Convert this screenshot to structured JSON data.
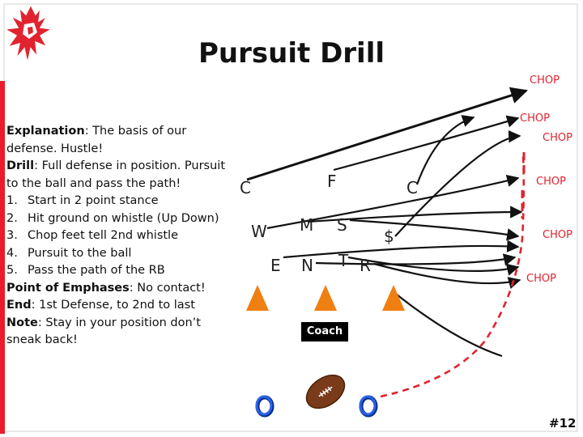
{
  "title": "Pursuit Drill",
  "explanation": {
    "line1_label": "Explanation",
    "line1_text": ": The basis of our",
    "line2": "defense.  Hustle!",
    "drill_label": "Drill",
    "drill_text": ": Full defense in position.  Pursuit",
    "drill_line2": "to the ball and pass the path!",
    "steps": [
      {
        "num": "1.",
        "text": "Start in 2 point stance"
      },
      {
        "num": "2.",
        "text": "Hit ground on whistle (Up Down)"
      },
      {
        "num": "3.",
        "text": "Chop feet tell 2nd whistle"
      },
      {
        "num": "4.",
        "text": "Pursuit to the ball"
      },
      {
        "num": "5.",
        "text": "Pass the path of the RB"
      }
    ],
    "emphasis_label": "Point of Emphases",
    "emphasis_text": ": No contact!",
    "end_label": "End",
    "end_text": ": 1st Defense, to 2nd to last",
    "note_label": "Note",
    "note_text": ": Stay in your position don’t",
    "note_line2": "sneak back!"
  },
  "chop_labels": [
    "CHOP",
    "CHOP",
    "CHOP",
    "CHOP",
    "CHOP",
    "CHOP"
  ],
  "positions": {
    "c_left": "C",
    "f": "F",
    "c_right": "C",
    "w": "W",
    "m": "M",
    "s": "S",
    "dollar": "$",
    "e": "E",
    "n": "N",
    "t": "T",
    "r": "R"
  },
  "coach": "Coach",
  "slide_number": "#12",
  "colors": {
    "accent_red": "#e0232e",
    "cone_orange": "#f07f12",
    "offense_blue": "#1a4ec9"
  },
  "icons": [
    "falcon-logo-icon",
    "football-icon",
    "cone-icon"
  ]
}
